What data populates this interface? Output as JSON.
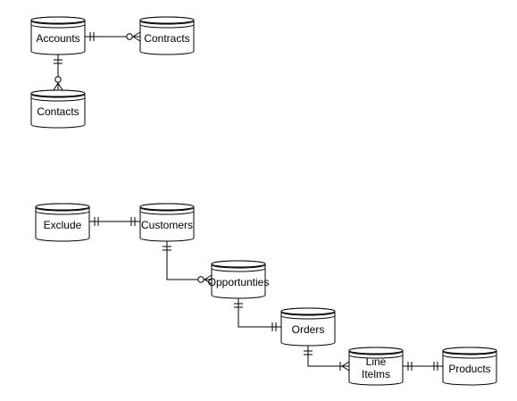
{
  "diagram": {
    "type": "entity-relationship",
    "entities": [
      {
        "id": "accounts",
        "lines": [
          "Accounts"
        ]
      },
      {
        "id": "contracts",
        "lines": [
          "Contracts"
        ]
      },
      {
        "id": "contacts",
        "lines": [
          "Contacts"
        ]
      },
      {
        "id": "exclude",
        "lines": [
          "Exclude"
        ]
      },
      {
        "id": "customers",
        "lines": [
          "Customers"
        ]
      },
      {
        "id": "opportunities",
        "lines": [
          "Opportunties"
        ]
      },
      {
        "id": "orders",
        "lines": [
          "Orders"
        ]
      },
      {
        "id": "line-items",
        "lines": [
          "Line",
          "Itelms"
        ]
      },
      {
        "id": "products",
        "lines": [
          "Products"
        ]
      }
    ],
    "relationships": [
      {
        "from": "accounts",
        "to": "contracts",
        "from_cardinality": "one-and-only-one",
        "to_cardinality": "zero-or-many"
      },
      {
        "from": "accounts",
        "to": "contacts",
        "from_cardinality": "one-and-only-one",
        "to_cardinality": "zero-or-many"
      },
      {
        "from": "exclude",
        "to": "customers",
        "from_cardinality": "one-and-only-one",
        "to_cardinality": "one-and-only-one"
      },
      {
        "from": "customers",
        "to": "opportunities",
        "from_cardinality": "one-and-only-one",
        "to_cardinality": "zero-or-many"
      },
      {
        "from": "opportunities",
        "to": "orders",
        "from_cardinality": "one-and-only-one",
        "to_cardinality": "one-and-only-one"
      },
      {
        "from": "orders",
        "to": "line-items",
        "from_cardinality": "one-and-only-one",
        "to_cardinality": "one-or-many"
      },
      {
        "from": "line-items",
        "to": "products",
        "from_cardinality": "one-and-only-one",
        "to_cardinality": "one-and-only-one"
      }
    ]
  }
}
